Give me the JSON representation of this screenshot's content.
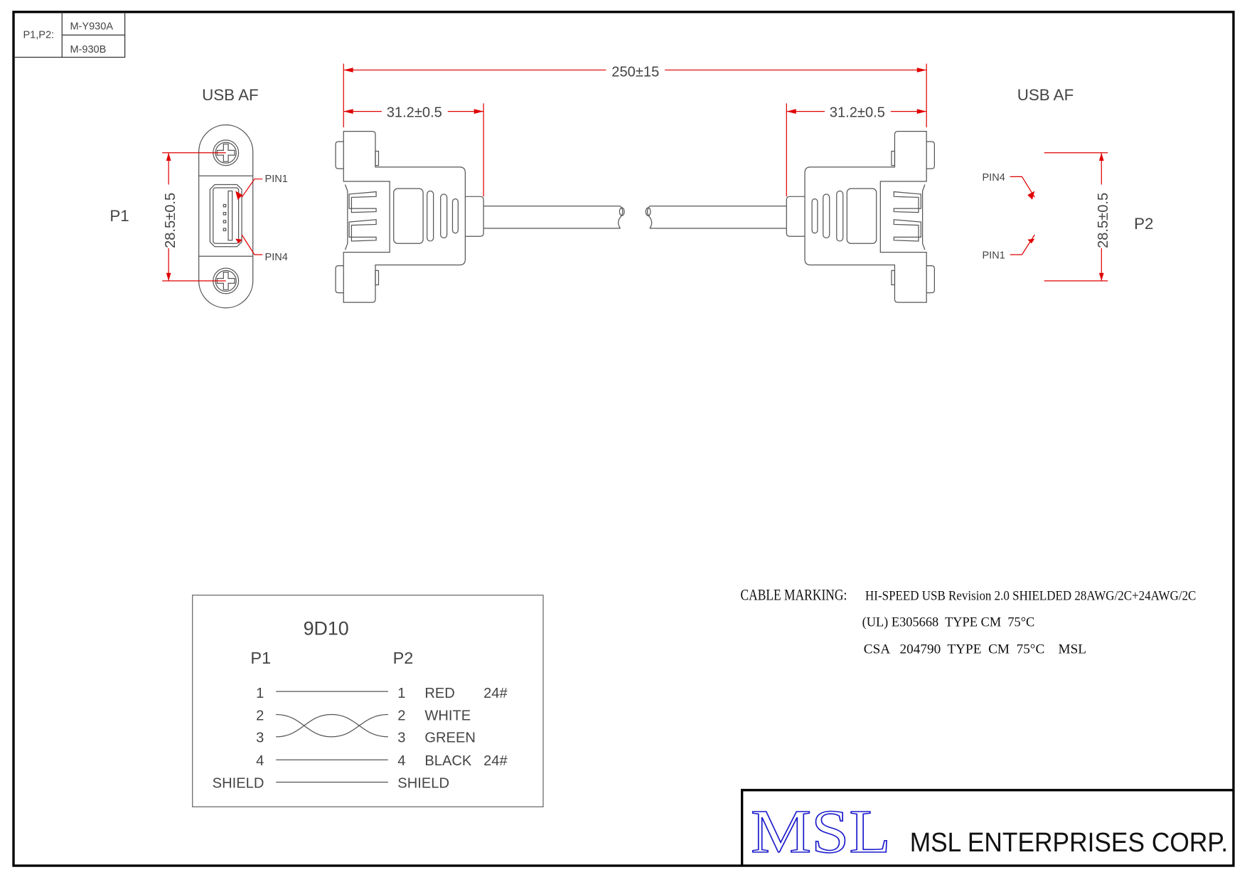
{
  "title_block_top": {
    "label": "P1,P2:",
    "part_a": "M-Y930A",
    "part_b": "M-930B"
  },
  "p1": {
    "label": "P1",
    "type": "USB AF",
    "dimension": "28.5±0.5",
    "pin_top": "PIN1",
    "pin_bottom": "PIN4"
  },
  "p2": {
    "label": "P2",
    "type": "USB AF",
    "dimension": "28.5±0.5",
    "pin_top": "PIN4",
    "pin_bottom": "PIN1"
  },
  "dimensions": {
    "overall": "250±15",
    "left_connector": "31.2±0.5",
    "right_connector": "31.2±0.5"
  },
  "wiring": {
    "title": "9D10",
    "p1_header": "P1",
    "p2_header": "P2",
    "rows": [
      {
        "p1": "1",
        "p2": "1",
        "color": "RED",
        "gauge": "24#"
      },
      {
        "p1": "2",
        "p2": "2",
        "color": "WHITE",
        "gauge": ""
      },
      {
        "p1": "3",
        "p2": "3",
        "color": "GREEN",
        "gauge": ""
      },
      {
        "p1": "4",
        "p2": "4",
        "color": "BLACK",
        "gauge": "24#"
      },
      {
        "p1": "SHIELD",
        "p2": "SHIELD",
        "color": "",
        "gauge": ""
      }
    ]
  },
  "cable_marking": {
    "label": "CABLE MARKING:",
    "line1": "HI-SPEED USB Revision 2.0 SHIELDED 28AWG/2C+24AWG/2C",
    "line2": "(UL) E305668  TYPE CM  75°C",
    "line3": "CSA   204790  TYPE  CM  75°C    MSL"
  },
  "company": {
    "logo": "MSL",
    "name": "MSL ENTERPRISES CORP.",
    "logo_color": "#1a1acc"
  },
  "colors": {
    "dimension": "#e00000",
    "line": "#555555"
  }
}
